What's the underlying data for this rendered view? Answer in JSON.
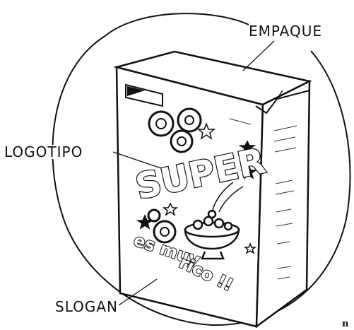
{
  "labels": {
    "empaque": "EMPAQUE",
    "logotipo": "LOGOTIPO",
    "slogan": "SLOGAN"
  },
  "box_art": {
    "brand": "SUPER",
    "slogan_1": "es muy",
    "slogan_2": "rico !!"
  },
  "corner_text": "n",
  "colors": {
    "ink": "#111111",
    "paper": "#ffffff"
  }
}
